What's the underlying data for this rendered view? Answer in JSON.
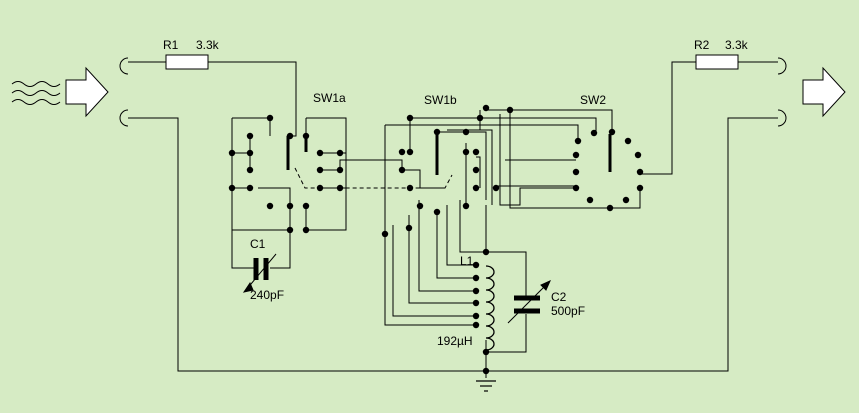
{
  "background": "#d6ebc4",
  "wire_color": "#000000",
  "labels": {
    "r1_name": "R1",
    "r1_value": "3.3k",
    "r2_name": "R2",
    "r2_value": "3.3k",
    "sw1a": "SW1a",
    "sw1b": "SW1b",
    "sw2": "SW2",
    "c1_name": "C1",
    "c1_value": "240pF",
    "c2_name": "C2",
    "c2_value": "500pF",
    "l1_name": "L1",
    "l1_value": "192µH"
  },
  "icons": {
    "input": "input-arrow-icon",
    "output": "output-arrow-icon",
    "ground": "ground-icon",
    "signal": "signal-wave-icon"
  }
}
